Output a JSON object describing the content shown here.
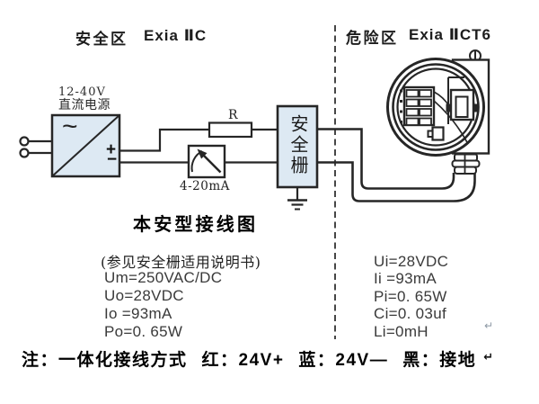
{
  "header": {
    "safe_zone": "安全区",
    "safe_zone_code": "Exia ⅡC",
    "hazard_zone": "危险区",
    "hazard_zone_code": "Exia ⅡCT6"
  },
  "power_supply": {
    "label_line1": "12-40V",
    "label_line2": "直流电源",
    "ac_symbol": "~",
    "plus": "+",
    "minus": "−"
  },
  "resistor": {
    "label": "R"
  },
  "meter": {
    "label": "4-20mA"
  },
  "barrier": {
    "label": "安全栅"
  },
  "title": "本安型接线图",
  "left_params": {
    "note": "(参见安全栅适用说明书)",
    "lines": [
      "Um=250VAC/DC",
      "Uo=28VDC",
      "Io =93mA",
      "Po=0. 65W"
    ]
  },
  "right_params": {
    "lines": [
      "Ui=28VDC",
      "Ii =93mA",
      "Pi=0. 65W",
      "Ci=0. 03uf",
      "Li=0mH"
    ],
    "return_mark": "↵"
  },
  "footer": {
    "segments": [
      "注：一体化接线方式",
      "红：24V+",
      "蓝：24V—",
      "黑：接地"
    ],
    "return_mark": "↵"
  },
  "colors": {
    "line": "#262626",
    "box_fill": "#dde9f3",
    "background": "#ffffff"
  }
}
